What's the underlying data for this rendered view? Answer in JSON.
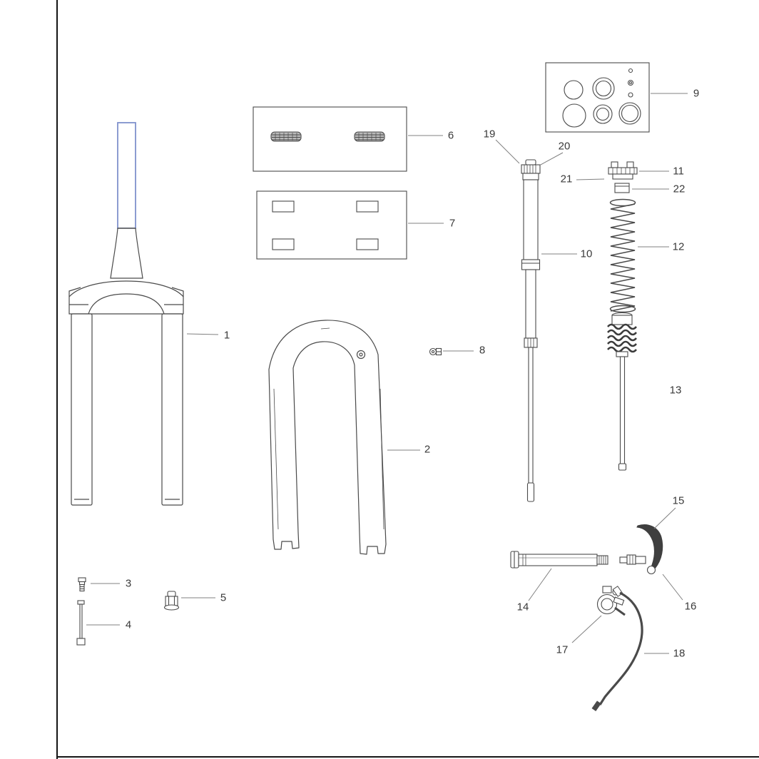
{
  "diagram": {
    "type": "exploded-parts-diagram",
    "subject": "suspension-fork-parts",
    "line_color": "#4a4a4a",
    "leader_color": "#808080",
    "highlight_color": "#8091cc",
    "background_color": "#ffffff"
  },
  "parts": [
    {
      "label": "1",
      "name": "crown-steerer-stanchion-assembly"
    },
    {
      "label": "2",
      "name": "lower-legs"
    },
    {
      "label": "3",
      "name": "small-bolt"
    },
    {
      "label": "4",
      "name": "long-shaft-bolt"
    },
    {
      "label": "5",
      "name": "valve-fitting"
    },
    {
      "label": "6",
      "name": "foam-ring-kit-box"
    },
    {
      "label": "7",
      "name": "pad-kit-box"
    },
    {
      "label": "8",
      "name": "small-clip"
    },
    {
      "label": "9",
      "name": "seal-oring-kit-box"
    },
    {
      "label": "10",
      "name": "damper-assembly"
    },
    {
      "label": "11",
      "name": "spring-top-cap"
    },
    {
      "label": "12",
      "name": "coil-spring"
    },
    {
      "label": "13",
      "name": "spring-shaft-assembly"
    },
    {
      "label": "14",
      "name": "thru-axle"
    },
    {
      "label": "15",
      "name": "quick-release-lever"
    },
    {
      "label": "16",
      "name": "axle-end-hardware"
    },
    {
      "label": "17",
      "name": "remote-clamp"
    },
    {
      "label": "18",
      "name": "cable-housing"
    },
    {
      "label": "19",
      "name": "damper-topcap-left-detail"
    },
    {
      "label": "20",
      "name": "damper-topcap"
    },
    {
      "label": "21",
      "name": "topcap-ring"
    },
    {
      "label": "22",
      "name": "spacer"
    }
  ]
}
